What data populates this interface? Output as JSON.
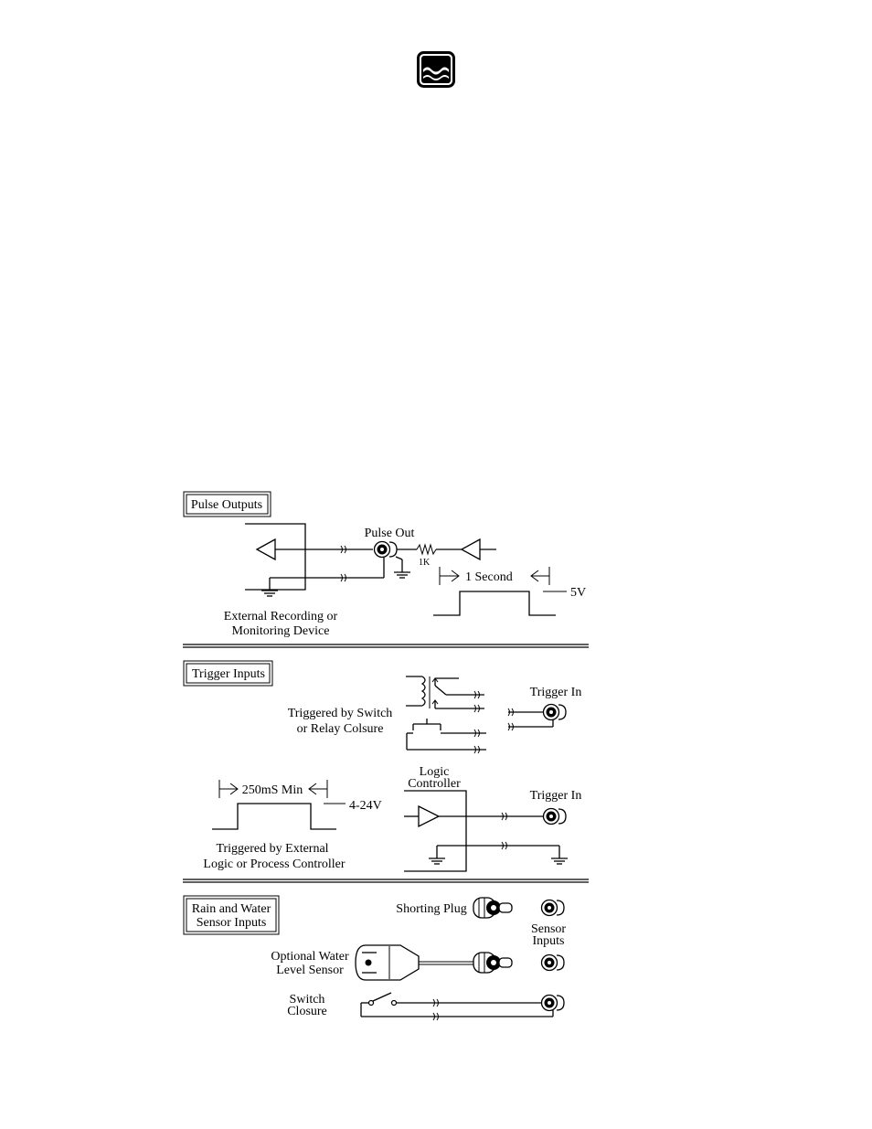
{
  "icons": {
    "logo": "water-waves-logo",
    "triangle": "buffer-triangle-symbol",
    "ground": "ground-symbol",
    "jack": "rca-jack-symbol",
    "plug": "shorting-plug-symbol",
    "resistor": "resistor-symbol",
    "relay": "relay-coil-symbol",
    "pushbutton": "pushbutton-switch-symbol",
    "switch": "switch-symbol",
    "sensor": "water-level-sensor-symbol",
    "break": "wire-break-symbol"
  },
  "pulse_outputs": {
    "heading": "Pulse Outputs",
    "pulse_out": "Pulse Out",
    "resistor": "1K",
    "one_second": "1 Second",
    "voltage": "5V",
    "device_line1": "External Recording or",
    "device_line2": "Monitoring Device"
  },
  "trigger_inputs": {
    "heading": "Trigger Inputs",
    "trigger_in_1": "Trigger In",
    "switch_line1": "Triggered by Switch",
    "switch_line2": "or Relay Colsure",
    "logic_line1": "Logic",
    "logic_line2": "Controller",
    "trigger_in_2": "Trigger In",
    "min_pulse": "250mS Min",
    "voltage": "4-24V",
    "external_line1": "Triggered by External",
    "external_line2": "Logic or Process Controller"
  },
  "sensor_inputs": {
    "heading_line1": "Rain and Water",
    "heading_line2": "Sensor Inputs",
    "shorting_plug": "Shorting Plug",
    "sensor_line1": "Sensor",
    "sensor_line2": "Inputs",
    "water_line1": "Optional Water",
    "water_line2": "Level Sensor",
    "switch_line1": "Switch",
    "switch_line2": "Closure"
  }
}
